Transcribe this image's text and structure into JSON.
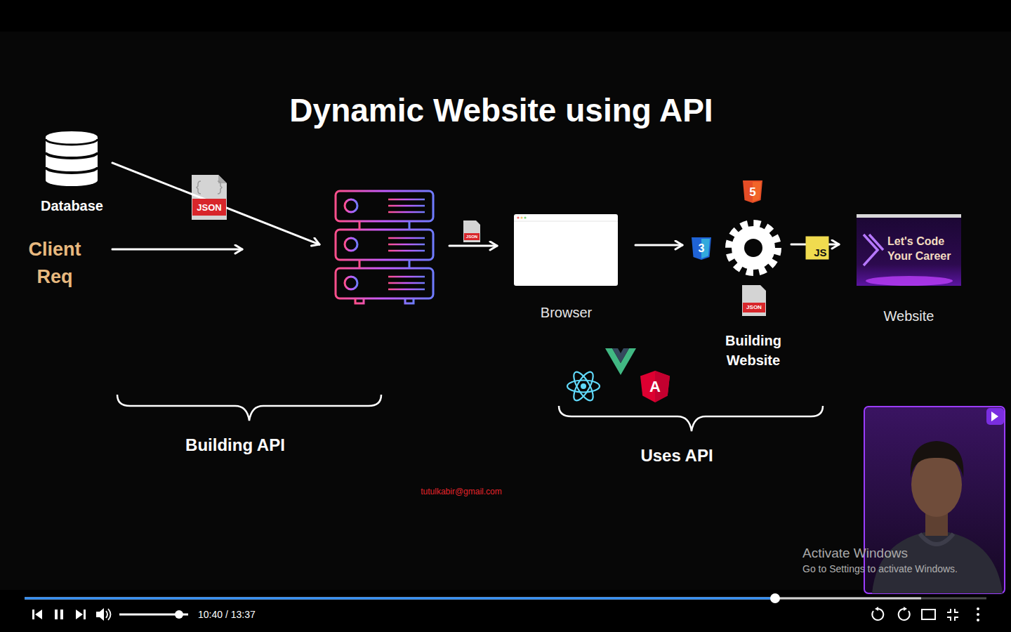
{
  "diagram": {
    "title": "Dynamic Website using API",
    "nodes": [
      {
        "text": [
          "Database"
        ]
      },
      {
        "text": [
          "Client Req"
        ]
      },
      {
        "text": []
      },
      {
        "text": [
          "Browser"
        ]
      },
      {
        "text": [
          "Building Website"
        ]
      },
      {
        "text": [
          "Let's Code Your Career",
          "Website"
        ]
      }
    ],
    "edges": [
      {
        "from": 0,
        "to": 2,
        "arrow": "to"
      },
      {
        "from": 1,
        "to": 2,
        "arrow": "to"
      },
      {
        "from": 2,
        "to": 3,
        "arrow": "to"
      },
      {
        "from": 3,
        "to": 4,
        "arrow": "to"
      },
      {
        "from": 4,
        "to": 5,
        "arrow": "to"
      }
    ],
    "labels": [
      "JSON",
      "JSON",
      "5",
      "3",
      "JSON",
      "JS",
      "A",
      "Building API",
      "Uses API",
      "tutulkabir@gmail.com",
      "Activate Windows",
      "Go to Settings to activate Windows.",
      "10:40 / 13:37"
    ]
  }
}
